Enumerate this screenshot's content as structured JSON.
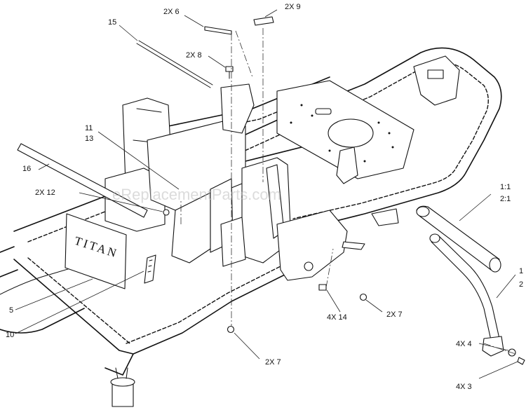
{
  "watermark": "eReplacementParts.com",
  "decal_text": "TITAN",
  "callouts": {
    "c15": "15",
    "c6": "2X 6",
    "c9": "2X 9",
    "c8": "2X 8",
    "c11": "11",
    "c13": "13",
    "c16": "16",
    "c12": "2X 12",
    "c1_1": "1:1",
    "c2_1": "2:1",
    "c1": "1",
    "c2": "2",
    "c14": "4X 14",
    "c7a": "2X 7",
    "c7b": "2X 7",
    "c5": "5",
    "c10": "10",
    "c4": "4X 4",
    "c3": "4X 3"
  }
}
